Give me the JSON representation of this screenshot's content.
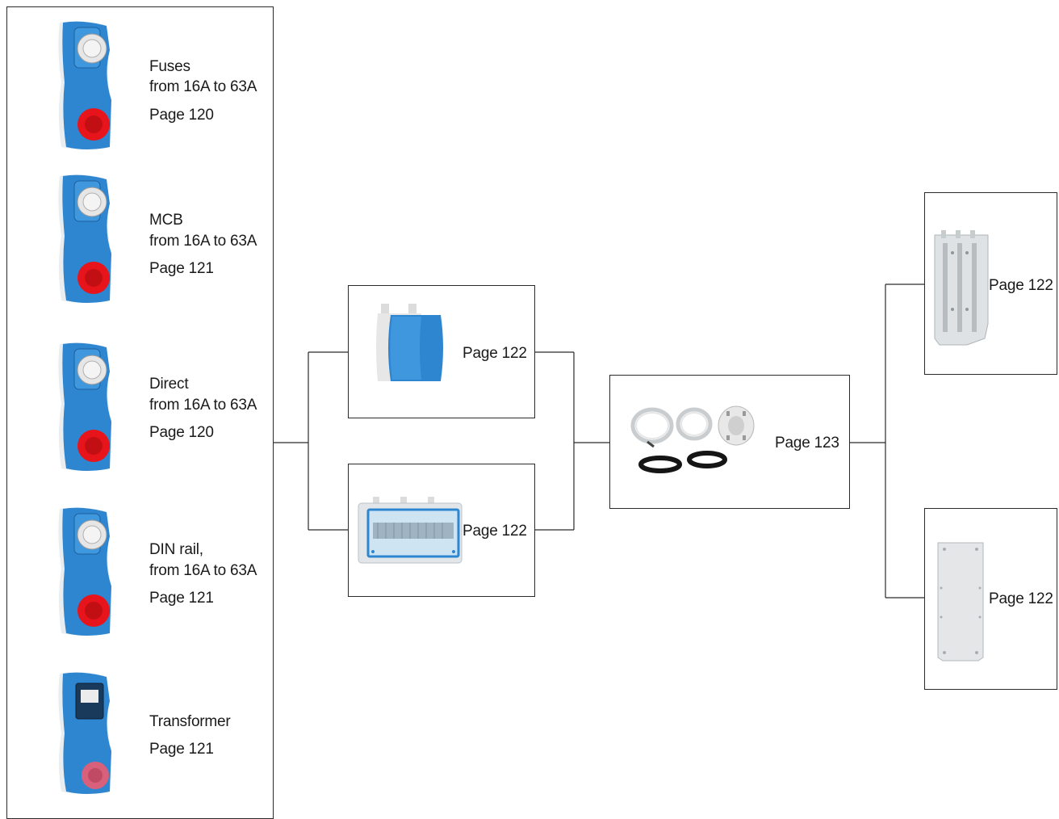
{
  "left_column": {
    "items": [
      {
        "title": "Fuses",
        "range": "from 16A to 63A",
        "page": "Page 120",
        "socket_color": "#e8141b"
      },
      {
        "title": "MCB",
        "range": "from 16A to 63A",
        "page": "Page 121",
        "socket_color": "#e8141b"
      },
      {
        "title": "Direct",
        "range": "from 16A to 63A",
        "page": "Page 120",
        "socket_color": "#e8141b"
      },
      {
        "title": "DIN rail,",
        "range": "from 16A to 63A",
        "page": "Page 121",
        "socket_color": "#e8141b"
      },
      {
        "title": "Transformer",
        "range": "",
        "page": "Page 121",
        "socket_color": "#d9607a"
      }
    ]
  },
  "middle_column": {
    "top": {
      "page": "Page 122"
    },
    "bottom": {
      "page": "Page 122"
    }
  },
  "center": {
    "page": "Page 123"
  },
  "right_column": {
    "top": {
      "page": "Page 122"
    },
    "bottom": {
      "page": "Page 122"
    }
  },
  "colors": {
    "enclosure_blue": "#2f86d0",
    "line": "#2a2a2a"
  }
}
